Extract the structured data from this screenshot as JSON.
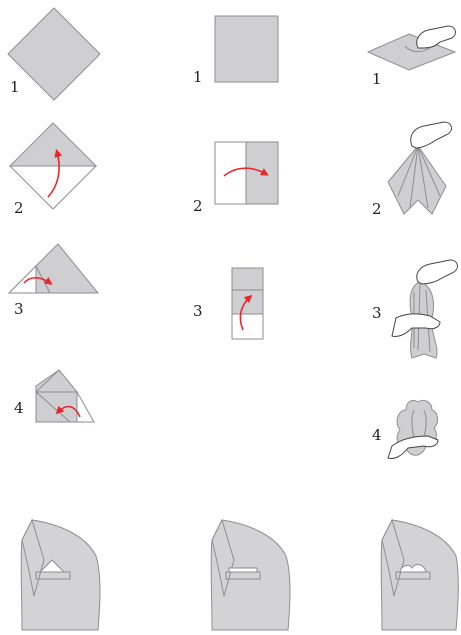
{
  "column1": {
    "steps": [
      "1",
      "2",
      "3",
      "4"
    ]
  },
  "column2": {
    "steps": [
      "1",
      "2",
      "3"
    ]
  },
  "column3": {
    "steps": [
      "1",
      "2",
      "3",
      "4"
    ]
  },
  "colors": {
    "cloth": "#cfcfd1",
    "outline": "#8e8e92",
    "arrow": "#e8262b",
    "jacket": "#d3d3d5"
  },
  "icons": [
    "folding-arrow",
    "hand-icon",
    "jacket-pocket-square"
  ]
}
